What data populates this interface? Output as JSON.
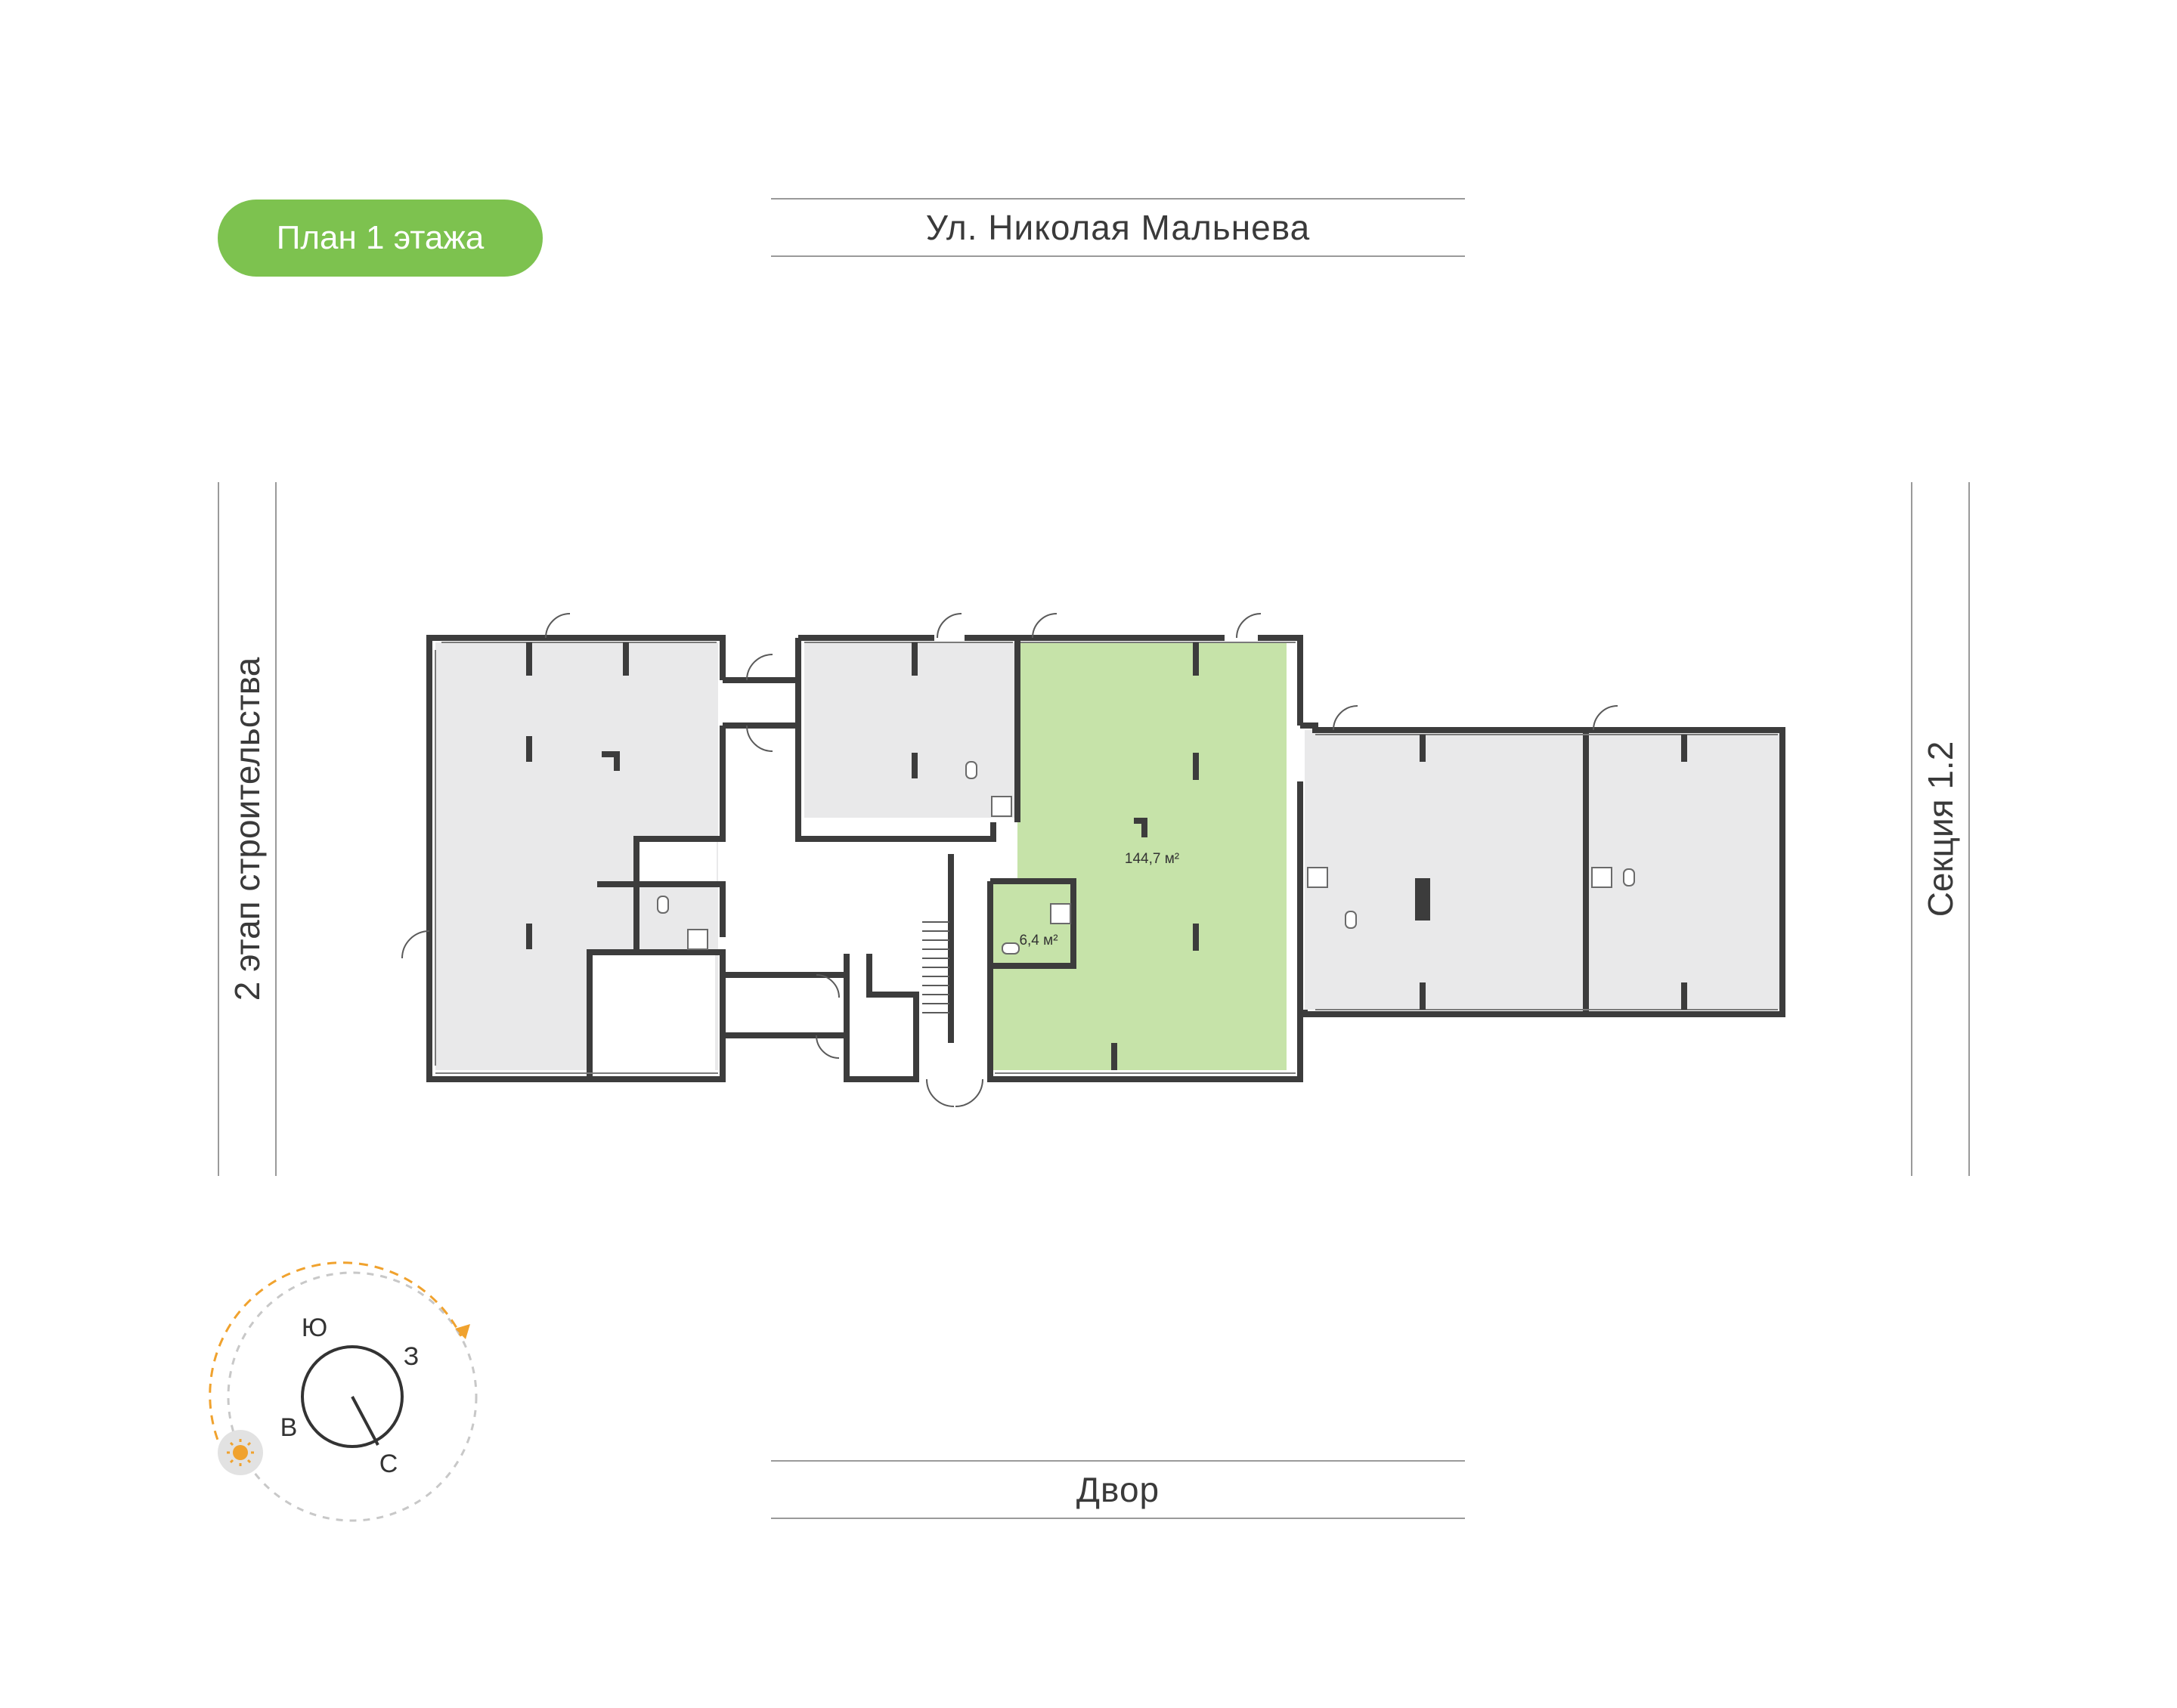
{
  "plan_badge": "План 1 этажа",
  "labels": {
    "street_top": "Ул. Николая Мальнева",
    "street_bottom": "Двор",
    "side_left": "2 этап строительства",
    "side_right": "Секция 1.2"
  },
  "areas": {
    "main_unit": "144,7 м²",
    "bathroom": "6,4 м²"
  },
  "compass": {
    "south": "Ю",
    "west": "З",
    "east": "В",
    "north": "С",
    "sun_icon": "sun-icon"
  },
  "colors": {
    "highlight": "#c6e3a9",
    "badge": "#7dc24f",
    "room_fill": "#e9e9ea",
    "wall": "#3c3c3c",
    "sun_path": "#f0a22e"
  }
}
